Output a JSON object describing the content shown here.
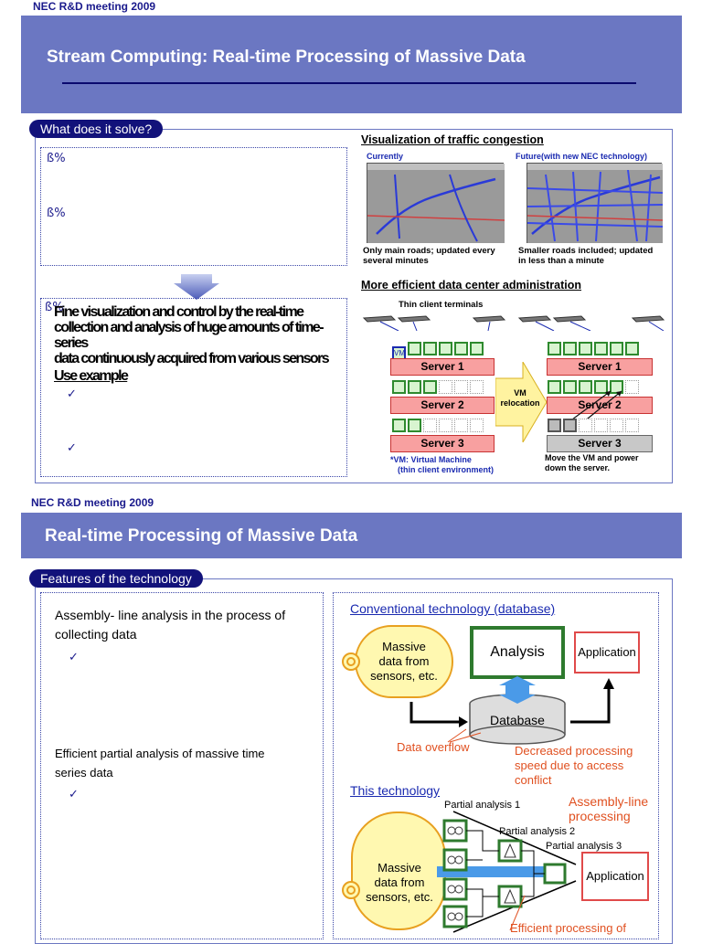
{
  "meeting_label_1": "NEC R&D meeting 2009",
  "slide1": {
    "title": "Stream Computing: Real-time Processing of Massive Data",
    "tab": "What does it solve?",
    "bullet_glyph": "ß%",
    "main_text_line1": "Fine visualization and control by the real-time",
    "main_text_line2": "collection and analysis of huge amounts of time-series",
    "main_text_line3": "data continuously acquired from various sensors",
    "use_example": "Use example",
    "check": "✓",
    "vis_heading": "Visualization of traffic congestion",
    "currently": "Currently",
    "future": "Future(with new NEC technology)",
    "caption_current_1": "Only main roads; updated every",
    "caption_current_2": "several minutes",
    "caption_future_1": "Smaller roads included; updated",
    "caption_future_2": "in less than a minute",
    "dc_heading": "More efficient data center administration",
    "thin_client": "Thin client terminals",
    "vm_label": "VM",
    "server1": "Server 1",
    "server2": "Server 2",
    "server3": "Server 3",
    "vm_relocation_1": "VM",
    "vm_relocation_2": "relocation",
    "vm_note_1": "*VM: Virtual Machine",
    "vm_note_2": "(thin client environment)",
    "move_note_1": "Move the VM and power",
    "move_note_2": "down the server."
  },
  "meeting_label_2": "NEC R&D meeting 2009",
  "slide2": {
    "title": "Real-time Processing of Massive Data",
    "tab": "Features of the technology",
    "feature1_line1": "Assembly- line analysis in the process of",
    "feature1_line2": "collecting data",
    "feature2_line1": "Efficient partial analysis of massive time",
    "feature2_line2": "series data",
    "check": "✓",
    "conv_heading": "Conventional technology (database)",
    "massive_1": "Massive",
    "massive_2": "data from",
    "massive_3": "sensors, etc.",
    "analysis": "Analysis",
    "application": "Application",
    "database": "Database",
    "data_overflow": "Data overflow",
    "decreased_1": "Decreased processing",
    "decreased_2": "speed due to access",
    "decreased_3": "conflict",
    "this_tech": "This technology",
    "partial1": "Partial analysis 1",
    "partial2": "Partial analysis 2",
    "partial3": "Partial analysis 3",
    "assembly_1": "Assembly-line",
    "assembly_2": "processing",
    "efficient": "Efficient processing of"
  },
  "colors": {
    "banner": "#6b77c2",
    "title_rule": "#0a0a6e",
    "tab": "#12127a",
    "link_blue": "#1a2ab0",
    "note_red": "#e05020",
    "server_fill": "#f8a0a0",
    "vm_green": "#2e8a2e"
  }
}
